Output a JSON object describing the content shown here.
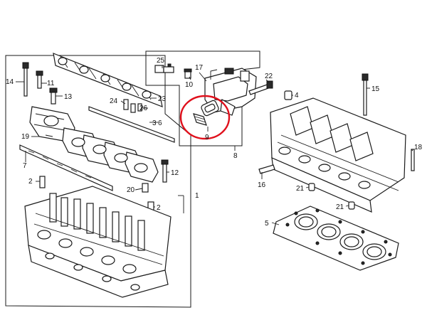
{
  "diagram": {
    "callouts": {
      "c1": "1",
      "c2a": "2",
      "c2b": "2",
      "c3": "3",
      "c4": "4",
      "c5": "5",
      "c6": "6",
      "c7": "7",
      "c8": "8",
      "c9": "9",
      "c10": "10",
      "c11": "11",
      "c12": "12",
      "c13": "13",
      "c14": "14",
      "c15": "15",
      "c16": "16",
      "c17": "17",
      "c18": "18",
      "c19": "19",
      "c20": "20",
      "c21a": "21",
      "c21b": "21",
      "c22": "22",
      "c23": "23",
      "c24": "24",
      "c25": "25",
      "c26": "26"
    },
    "highlight_color": "#e0101c"
  }
}
